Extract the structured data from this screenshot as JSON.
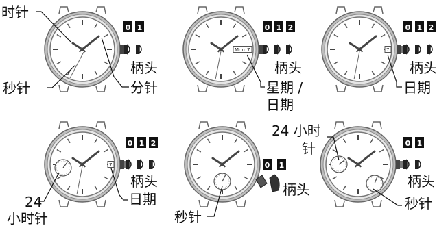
{
  "watches": [
    {
      "id": "w1",
      "positions": [
        "0",
        "1"
      ],
      "labels": {
        "hour_hand": "时针",
        "second_hand": "秒针",
        "minute_hand": "分针",
        "crown": "柄头"
      }
    },
    {
      "id": "w2",
      "positions": [
        "0",
        "1",
        "2"
      ],
      "day_window": "Mon",
      "date_window": "7",
      "labels": {
        "crown": "柄头",
        "day_date": "星期 /",
        "day_date_2": "日期"
      }
    },
    {
      "id": "w3",
      "positions": [
        "0",
        "1",
        "2"
      ],
      "date_window": "7",
      "labels": {
        "crown": "柄头",
        "date": "日期"
      }
    },
    {
      "id": "w4",
      "positions": [
        "0",
        "1",
        "2"
      ],
      "date_window": "7",
      "labels": {
        "hour24_line1": "24",
        "hour24_line2": "小时针",
        "crown": "柄头",
        "date": "日期"
      }
    },
    {
      "id": "w5",
      "positions": [
        "0",
        "1"
      ],
      "labels": {
        "second_hand": "秒针",
        "crown": "柄头"
      }
    },
    {
      "id": "w6",
      "positions": [
        "0",
        "1"
      ],
      "labels": {
        "hour24_line1": "24 小时",
        "hour24_line2": "针",
        "crown": "柄头",
        "second_hand": "秒针"
      }
    }
  ]
}
